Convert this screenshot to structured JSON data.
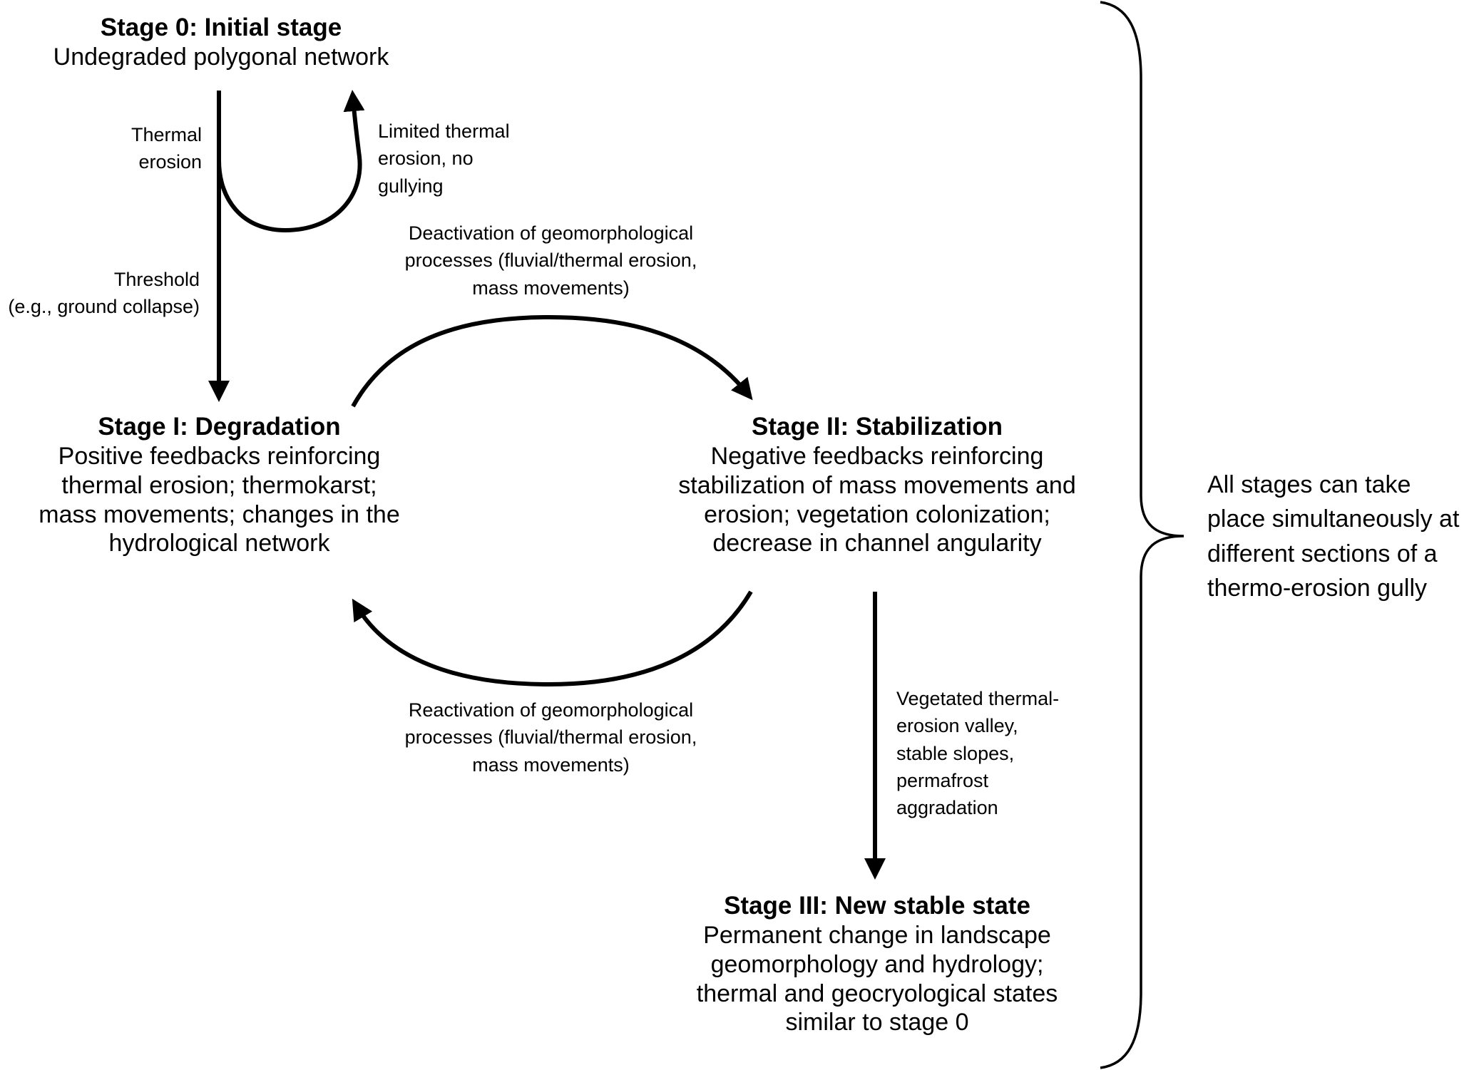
{
  "stage0": {
    "title": "Stage 0: Initial stage",
    "lines": [
      "Undegraded polygonal network"
    ]
  },
  "stage1": {
    "title": "Stage I: Degradation",
    "lines": [
      "Positive feedbacks reinforcing",
      "thermal erosion; thermokarst;",
      "mass movements; changes in the",
      "hydrological network"
    ]
  },
  "stage2": {
    "title": "Stage II: Stabilization",
    "lines": [
      "Negative feedbacks reinforcing",
      "stabilization of mass movements and",
      "erosion; vegetation colonization;",
      "decrease in channel angularity"
    ]
  },
  "stage3": {
    "title": "Stage III: New stable state",
    "lines": [
      "Permanent change in landscape",
      "geomorphology and hydrology;",
      "thermal and geocryological states",
      "similar to stage 0"
    ]
  },
  "labels": {
    "thermal_erosion": [
      "Thermal",
      "erosion"
    ],
    "threshold": [
      "Threshold",
      "(e.g., ground collapse)"
    ],
    "limited": [
      "Limited thermal",
      "erosion, no",
      "gullying"
    ],
    "deactivation": [
      "Deactivation of geomorphological",
      "processes (fluvial/thermal erosion,",
      "mass movements)"
    ],
    "reactivation": [
      "Reactivation of geomorphological",
      "processes (fluvial/thermal erosion,",
      "mass movements)"
    ],
    "vegetated": [
      "Vegetated thermal-",
      "erosion valley,",
      "stable slopes,",
      "permafrost",
      "aggradation"
    ]
  },
  "side_note": [
    "All stages can take",
    "place simultaneously at",
    "different sections of a",
    "thermo-erosion gully"
  ]
}
